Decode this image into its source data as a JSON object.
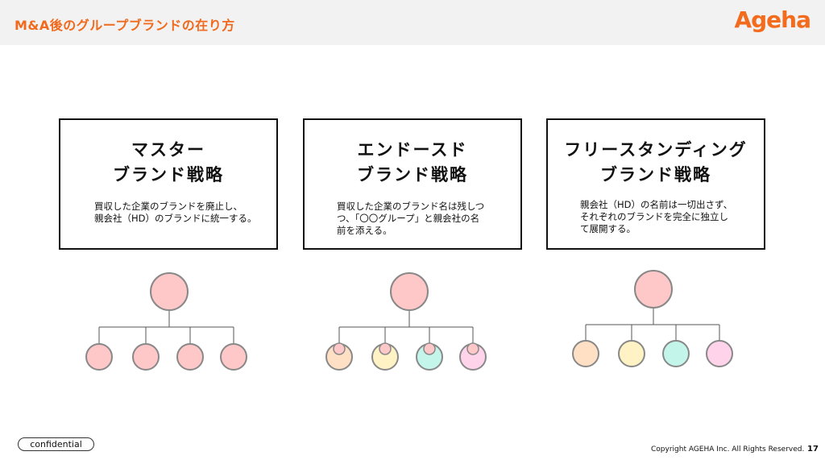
{
  "header": {
    "title": "M&A後のグループブランドの在り方",
    "logo": "Ageha"
  },
  "cards": [
    {
      "title": "マスター\nブランド戦略",
      "description": "買収した企業のブランドを廃止し、\n親会社（HD）のブランドに統一する。"
    },
    {
      "title": "エンドースド\nブランド戦略",
      "description": "買収した企業のブランド名は残しつ\nつ、「〇〇グループ」と親会社の名\n前を添える。"
    },
    {
      "title": "フリースタンディング\nブランド戦略",
      "description": "親会社（HD）の名前は一切出さず、\nそれぞれのブランドを完全に独立し\nて展開する。"
    }
  ],
  "colors": {
    "accent": "#f06a1d",
    "parent_fill": "#ffc8c8",
    "child_pink": "#ffc8c8",
    "child_peach": "#ffe0c4",
    "child_yellow": "#fff2c4",
    "child_mint": "#c4f5ea",
    "child_lilac": "#ffd4ea",
    "node_stroke": "#888888"
  },
  "footer": {
    "confidential": "confidential",
    "copyright": "Copyright AGEHA Inc. All Rights Reserved.",
    "page": "17"
  }
}
